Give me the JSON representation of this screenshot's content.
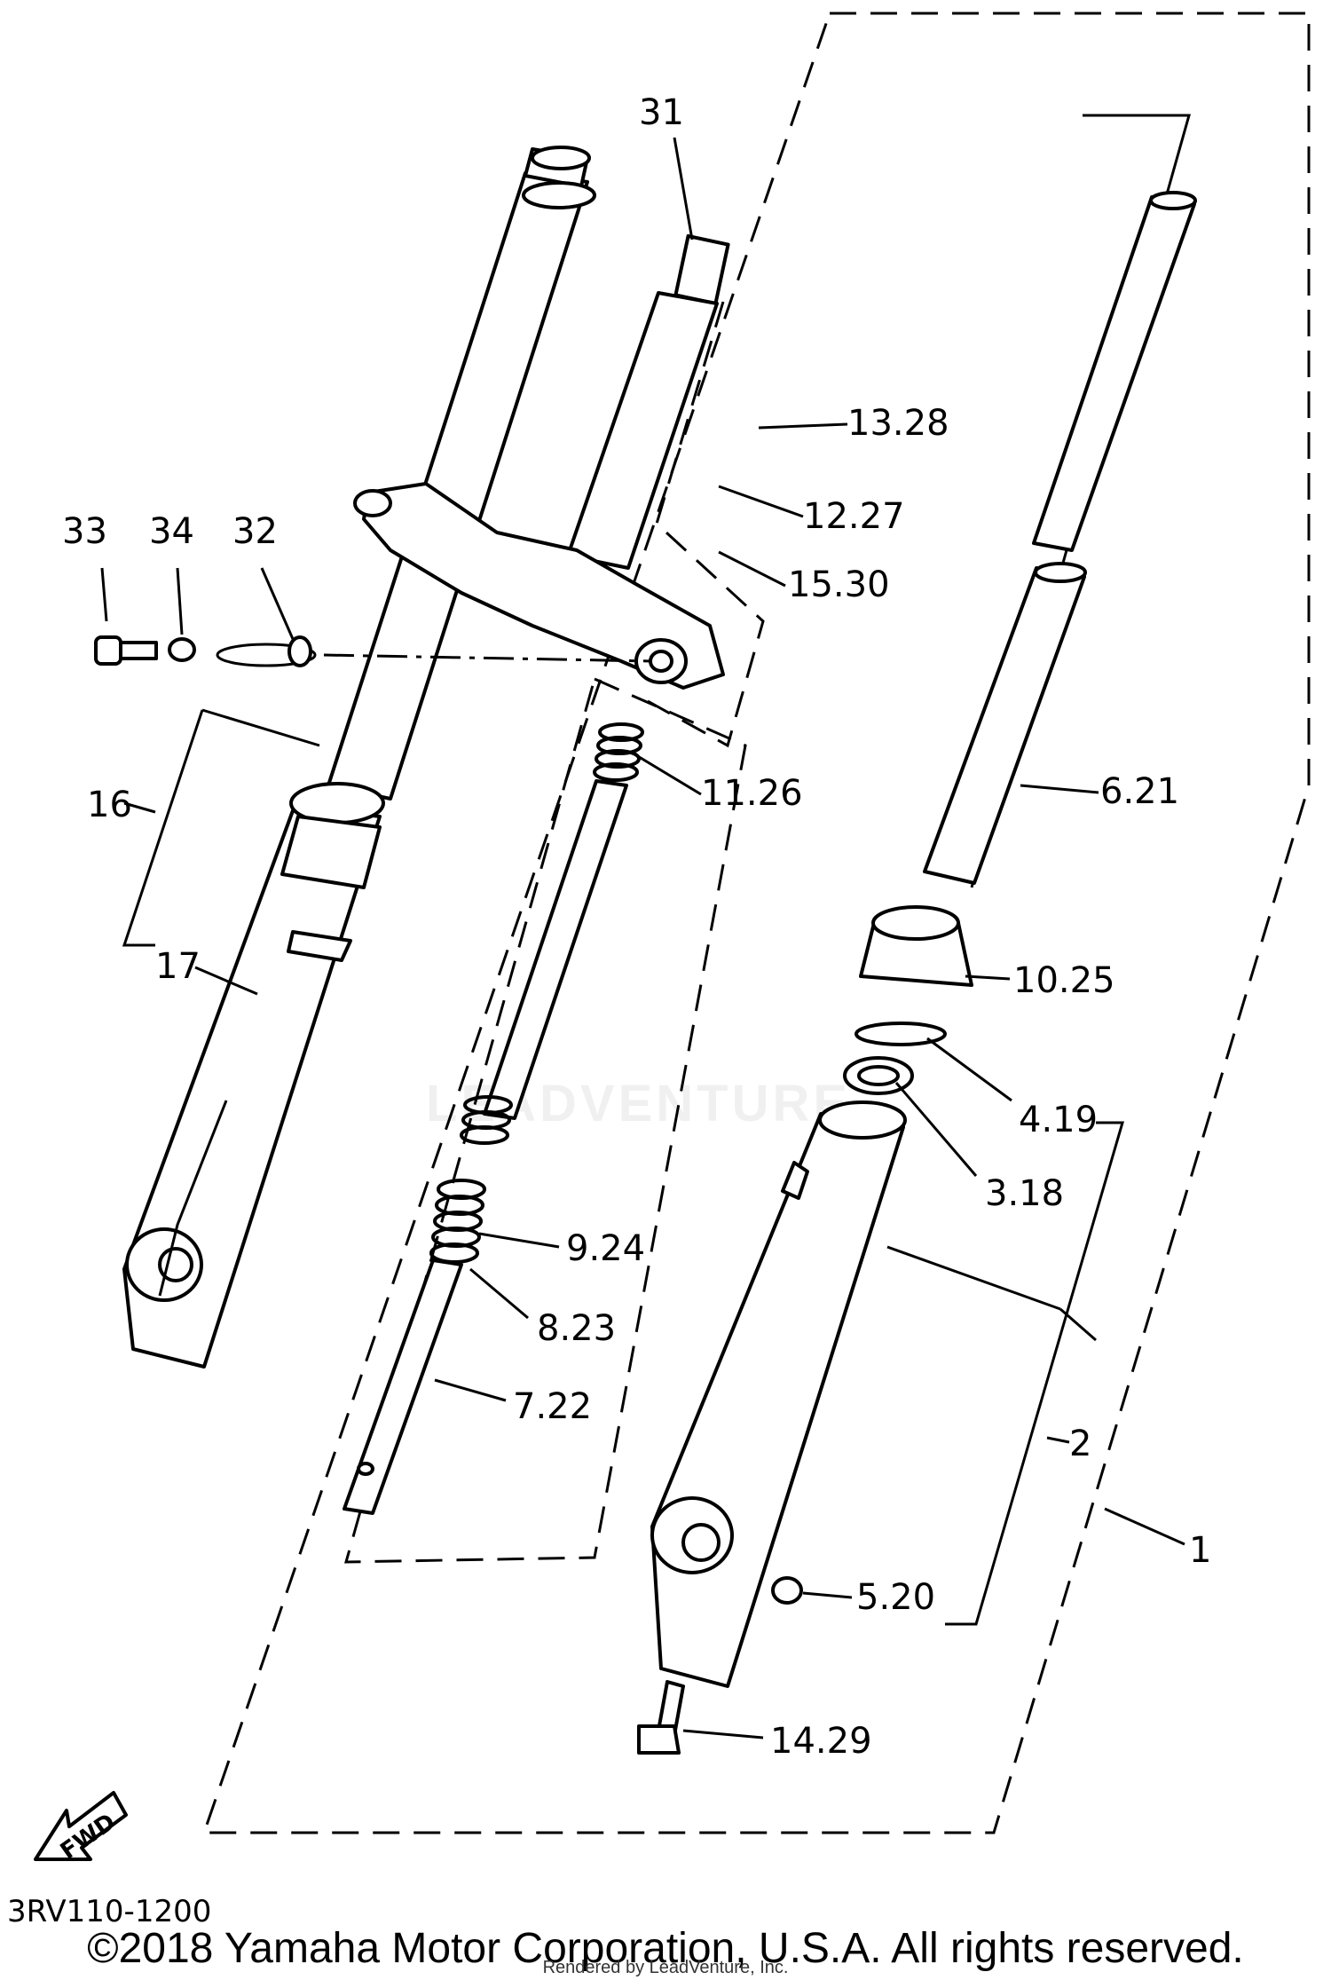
{
  "diagram": {
    "callouts": {
      "c31": "31",
      "c13_28": "13.28",
      "c12_27": "12.27",
      "c15_30": "15.30",
      "c33": "33",
      "c34": "34",
      "c32": "32",
      "c11_26": "11.26",
      "c6_21": "6.21",
      "c16": "16",
      "c17": "17",
      "c10_25": "10.25",
      "c4_19": "4.19",
      "c3_18": "3.18",
      "c9_24": "9.24",
      "c8_23": "8.23",
      "c7_22": "7.22",
      "c2": "2",
      "c1": "1",
      "c5_20": "5.20",
      "c14_29": "14.29"
    },
    "fwd_label": "FWD",
    "ref_code": "3RV110-1200",
    "copyright": "©2018 Yamaha Motor Corporation, U.S.A. All rights reserved.",
    "rendered_by": "Rendered by LeadVenture, Inc.",
    "watermark": "LEADVENTURE"
  }
}
